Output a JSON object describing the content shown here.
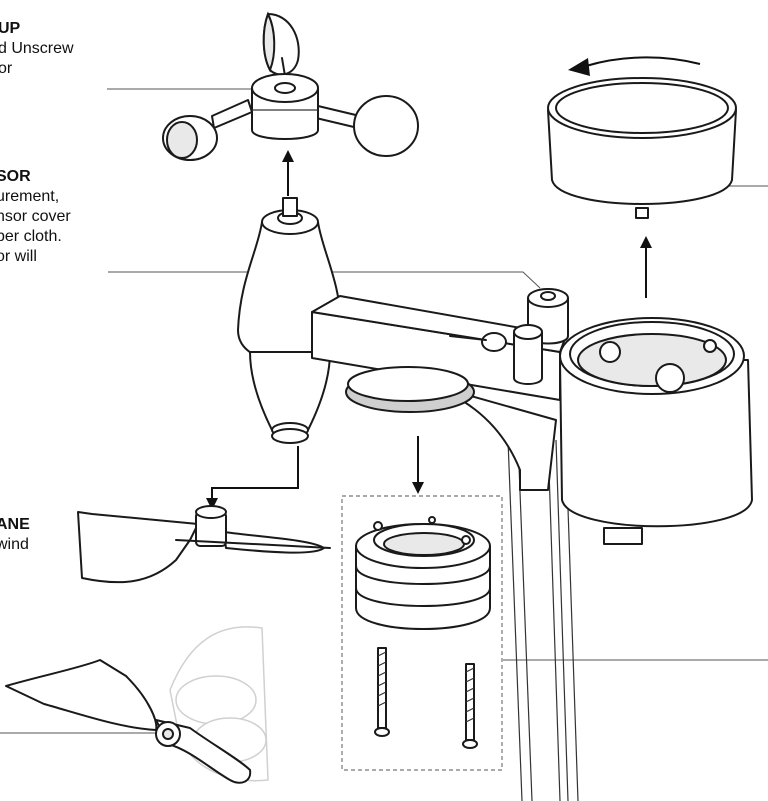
{
  "callouts": {
    "wind_cup": {
      "heading": "UP",
      "lines": [
        "d Unscrew",
        "or"
      ]
    },
    "rain_sensor": {
      "heading": "SOR",
      "lines": [
        "urement,",
        "nsor cover",
        "per cloth.",
        "or will"
      ]
    },
    "wind_vane": {
      "heading": "ANE",
      "lines": [
        "wind"
      ]
    }
  },
  "icons": {
    "rotate_arrow": "curved-arrow-left-icon",
    "assembly_arrows": "arrow-icon"
  }
}
